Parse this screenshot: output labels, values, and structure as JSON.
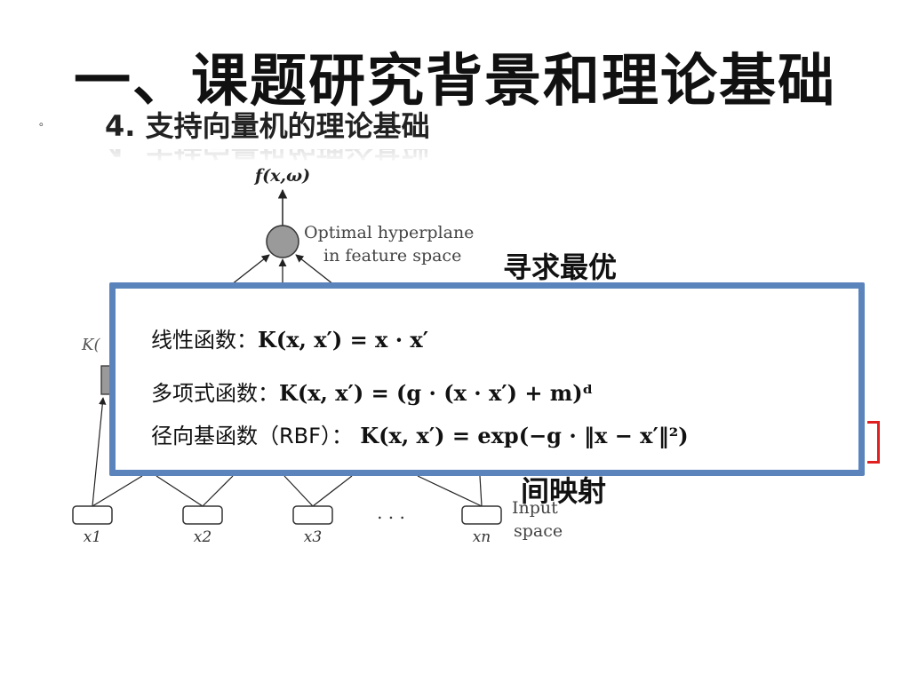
{
  "slide": {
    "title": "一、课题研究背景和理论基础",
    "bullet": "。",
    "subtitle": "4. 支持向量机的理论基础"
  },
  "diagram": {
    "output_label": "f(x,ω)",
    "hyperplane_line1": "Optimal hyperplane",
    "hyperplane_line2": "in feature space",
    "kernel_fragment": "K(",
    "dots": ". . .",
    "input_line1": "Input",
    "input_line2": "space",
    "inputs": [
      "x1",
      "x2",
      "x3",
      "xn"
    ]
  },
  "side_text": {
    "top": "寻求最优",
    "bottom": "间映射"
  },
  "kernels": [
    {
      "label": "线性函数：",
      "formula": "K(x, x′) = x · x′"
    },
    {
      "label": "多项式函数：",
      "formula": "K(x, x′) = (g · (x · x′) + m)ᵈ"
    },
    {
      "label": "径向基函数（RBF）：",
      "formula": " K(x, x′) = exp(−g · ‖x − x′‖²)"
    }
  ],
  "colors": {
    "box_border": "#5b84bc",
    "bracket": "#e02020",
    "node_fill": "#9a9a9a"
  }
}
